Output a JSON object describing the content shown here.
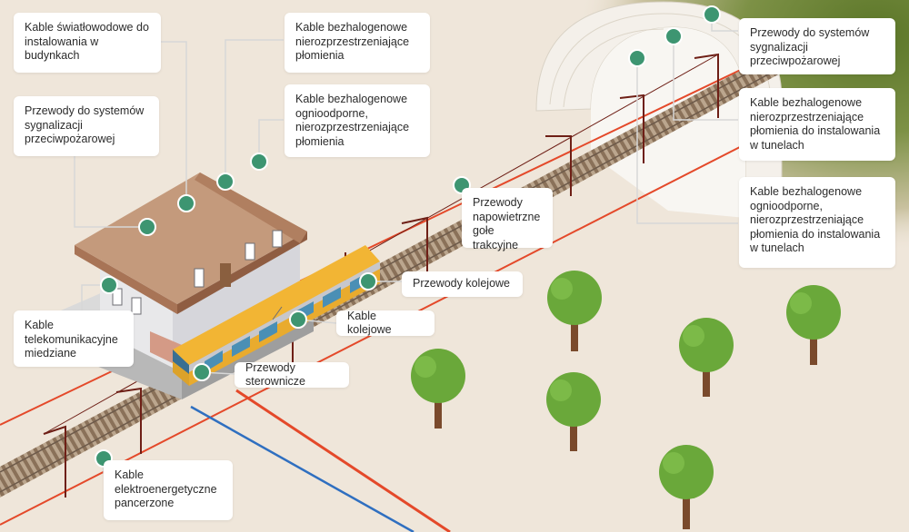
{
  "labels": {
    "kable_swiatlowodowe": "Kable światłowodowe do instalowania w budynkach",
    "bezhalogenowe_nierozprzestrzeniajace": "Kable bezhalogenowe nierozprzestrzeniające płomienia",
    "przewody_sygnalizacji_left": "Przewody do systemów sygnalizacji przeciwpożarowej",
    "bezhalogenowe_ognioodporne": "Kable bezhalogenowe ognioodporne, nierozprzestrzeniające płomienia",
    "przewody_sygnalizacji_right": "Przewody do systemów sygnalizacji przeciwpożarowej",
    "bezhalogenowe_tunele": "Kable bezhalogenowe nierozprzestrzeniające płomienia do instalowania w tunelach",
    "ognioodporne_tunele": "Kable bezhalogenowe ognioodporne, nierozprzestrzeniające płomienia do instalowania w tunelach",
    "napowietrzne": "Przewody napowietrzne gołe trakcyjne",
    "przewody_kolejowe": "Przewody kolejowe",
    "kable_kolejowe": "Kable kolejowe",
    "telekomunikacyjne": "Kable telekomunikacyjne miedziane",
    "sterownicze": "Przewody sterownicze",
    "elektroenergetyczne": "Kable elektroenergetyczne pancerzone"
  },
  "colors": {
    "background": "#efe6da",
    "hill": "#5e7a2c",
    "cable_red": "#e4492a",
    "cable_blue": "#2f6fc0",
    "roof": "#c49a7c",
    "train": "#f2b534",
    "tree": "#6aa83a",
    "trunk": "#7a4a2c",
    "marker": "#3d9571",
    "leader": "#d7d7d7"
  }
}
